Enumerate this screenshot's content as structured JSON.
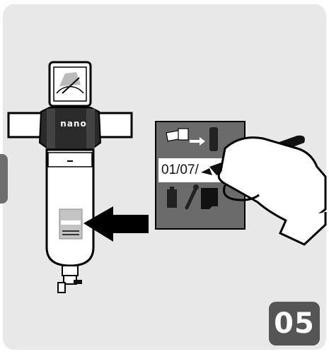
{
  "brand": "nano",
  "card": {
    "date_text": "01/07/"
  },
  "step_number": "05",
  "colors": {
    "panel": "#e8e8e8",
    "badge": "#555555",
    "card": "#6b6b6b",
    "arrow": "#000000"
  },
  "icons": [
    "filter-change-icon",
    "battery-icon",
    "wrench-icon",
    "sticky-note-icon",
    "hand-with-pen-icon",
    "arrow-left-icon"
  ]
}
